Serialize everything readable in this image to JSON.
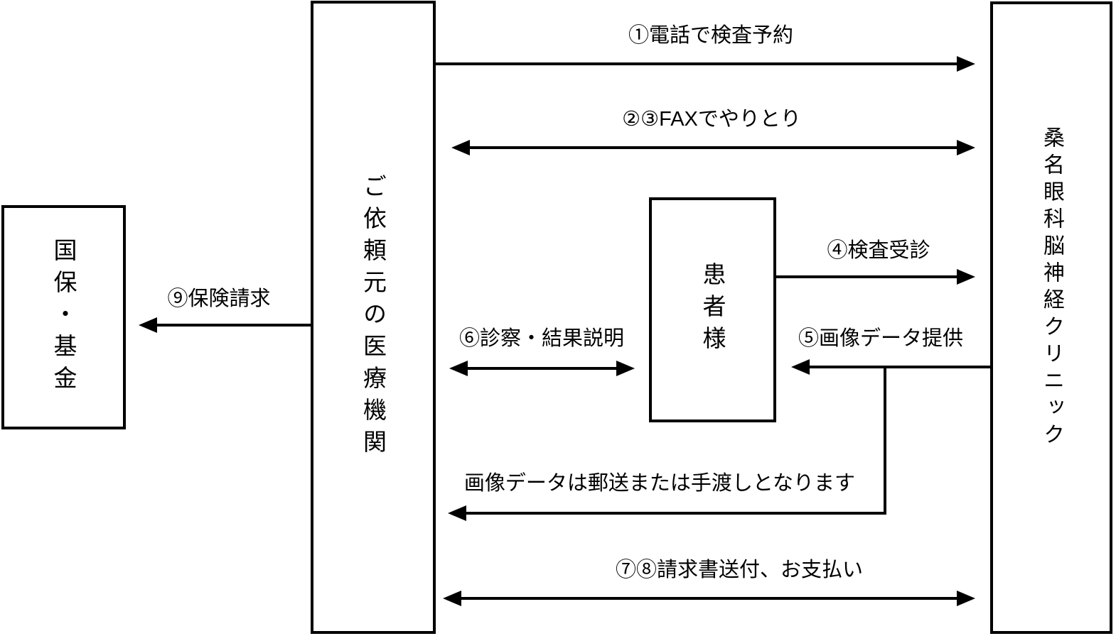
{
  "diagram": {
    "boxes": {
      "insurance": {
        "label": "国保・基金"
      },
      "referrer": {
        "label": "ご依頼元の医療機関"
      },
      "patient": {
        "label": "患者様"
      },
      "clinic": {
        "label": "桑名眼科脳神経クリニック"
      }
    },
    "connectors": [
      {
        "id": "phone-reservation",
        "label": "①電話で検査予約",
        "from": "referrer",
        "to": "clinic",
        "direction": "right"
      },
      {
        "id": "fax-exchange",
        "label": "②③FAXでやりとり",
        "from": "referrer",
        "to": "clinic",
        "direction": "both"
      },
      {
        "id": "exam-visit",
        "label": "④検査受診",
        "from": "patient",
        "to": "clinic",
        "direction": "right"
      },
      {
        "id": "image-data-provision",
        "label": "⑤画像データ提供",
        "from": "clinic",
        "to": "patient",
        "direction": "left"
      },
      {
        "id": "consultation-results",
        "label": "⑥診察・結果説明",
        "from": "referrer",
        "to": "patient",
        "direction": "both"
      },
      {
        "id": "image-data-delivery",
        "label": "画像データは郵送または手渡しとなります",
        "from": "clinic",
        "to": "referrer",
        "direction": "left"
      },
      {
        "id": "billing-payment",
        "label": "⑦⑧請求書送付、お支払い",
        "from": "referrer",
        "to": "clinic",
        "direction": "both"
      },
      {
        "id": "insurance-claim",
        "label": "⑨保険請求",
        "from": "referrer",
        "to": "insurance",
        "direction": "left"
      }
    ],
    "colors": {
      "line": "#000000",
      "text": "#000000",
      "background": "#ffffff"
    }
  }
}
